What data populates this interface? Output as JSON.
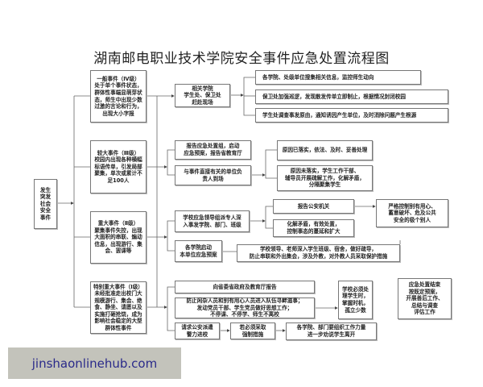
{
  "title": "湖南邮电职业技术学院安全事件应急处置流程图",
  "start": "发生\n突发\n社会\n安全\n事件",
  "levels": [
    "一般事件（Ⅳ级）\n处于单个事件状态，\n群体性事端显萌芽状\n态，师生中出现少数\n过激的言论和行为，\n出现大小字报",
    "较大事件（Ⅲ级）\n校园内出现各种横幅\n标语传单，引发局部\n聚集，单次或累计不\n足100人",
    "重大事件（Ⅱ级）\n聚集事件失控，出现\n大面积的串联、煽动\n信息，出现游行、集\n会、罢课等",
    "特别重大事件（Ⅰ级）\n未经批准走出校门大\n规模游行、集会、绝\n食、静坐、请愿以及\n实施打砸抢烧，成为\n影响社会稳定的大型\n群体性事件"
  ],
  "level4": {
    "dispatch": "相关学院\n学生处、保卫处\n赶赴现场",
    "actions": [
      "各学院、处级单位搜集相关信息，监控师生动向",
      "保卫处加强巡逻，发现散发传单立即制止，根据情况封闭校园",
      "学生处调查事发原由，通知诱因产生单位，及时消除问题产生根源"
    ]
  },
  "level3": {
    "report": "报告应急处置组，启动\n应急预案，报告省教育厅",
    "onsite": "与事件直接有关的单位负\n责人到场",
    "resolved": "原因已落实，依法、及时、妥善处理",
    "unresolved": "原因未落实，学生工作干部、\n辅导员开展疏解工作，化解矛盾，\n分隔聚集学生"
  },
  "level2": {
    "lead": "学校应急领导组派专人深\n入事发学院、部门、班级",
    "police": "报告公安机关",
    "defuse": "化解矛盾，有效处置，\n控制事态的蔓延和扩大",
    "control": "严格控制别有用心、\n蓄意破坏、危及公共\n安全的极个别人",
    "plan": "各学院启动\n本单位应急预案",
    "guide": "学校领导、老师深入学生班级、宿舍，做好疏导，\n防止串联和外出集会，涉及外教，对外教人员采取保护措施"
  },
  "level1": {
    "report": "向省委省政府及教育厅报告",
    "prevent": "防止闲杂人员和别有用心人员进入队伍寻衅滋事；\n发动党员干部、学生党员做好思想工作；\n不停课、不停学、师生不离校",
    "request_police": "请求公安派遣\n警力进校",
    "force": "若必须采取\n强制措施",
    "persuade": "各学院、部门要组织工作力量\n进一步劝说学生离开",
    "must": "学校必须处\n理学生时，\n掌握时机，\n孤立少数",
    "end": "应急处置结束\n按既定预案，\n开展善后工作、\n总结与调查\n评估工作"
  },
  "watermark": "jinshaonlinehub.com"
}
